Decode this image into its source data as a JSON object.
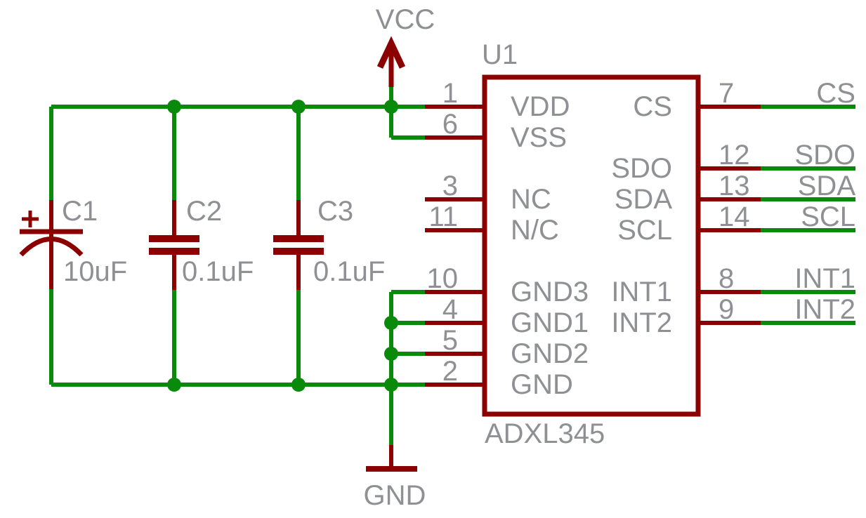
{
  "schematic": {
    "colors": {
      "wire": "#0a8a0a",
      "part": "#8b0000",
      "text": "#8e9093"
    },
    "power": {
      "vcc_label": "VCC",
      "gnd_label": "GND"
    },
    "ic": {
      "refdes": "U1",
      "value": "ADXL345",
      "pins_left": [
        {
          "num": "1",
          "name": "VDD",
          "row": 0,
          "connected": true
        },
        {
          "num": "6",
          "name": "VSS",
          "row": 1,
          "connected": true
        },
        {
          "num": "3",
          "name": "NC",
          "row": 3,
          "connected": false
        },
        {
          "num": "11",
          "name": "N/C",
          "row": 4,
          "connected": false
        },
        {
          "num": "10",
          "name": "GND3",
          "row": 6,
          "connected": true
        },
        {
          "num": "4",
          "name": "GND1",
          "row": 7,
          "connected": true
        },
        {
          "num": "5",
          "name": "GND2",
          "row": 8,
          "connected": true
        },
        {
          "num": "2",
          "name": "GND",
          "row": 9,
          "connected": true
        }
      ],
      "pins_right": [
        {
          "num": "7",
          "name": "CS",
          "net": "CS",
          "row": 0
        },
        {
          "num": "12",
          "name": "SDO",
          "net": "SDO",
          "row": 2
        },
        {
          "num": "13",
          "name": "SDA",
          "net": "SDA",
          "row": 3
        },
        {
          "num": "14",
          "name": "SCL",
          "net": "SCL",
          "row": 4
        },
        {
          "num": "8",
          "name": "INT1",
          "net": "INT1",
          "row": 6
        },
        {
          "num": "9",
          "name": "INT2",
          "net": "INT2",
          "row": 7
        }
      ]
    },
    "capacitors": [
      {
        "refdes": "C1",
        "value": "10uF",
        "polarized": true,
        "plus_mark": "+"
      },
      {
        "refdes": "C2",
        "value": "0.1uF",
        "polarized": false
      },
      {
        "refdes": "C3",
        "value": "0.1uF",
        "polarized": false
      }
    ]
  }
}
